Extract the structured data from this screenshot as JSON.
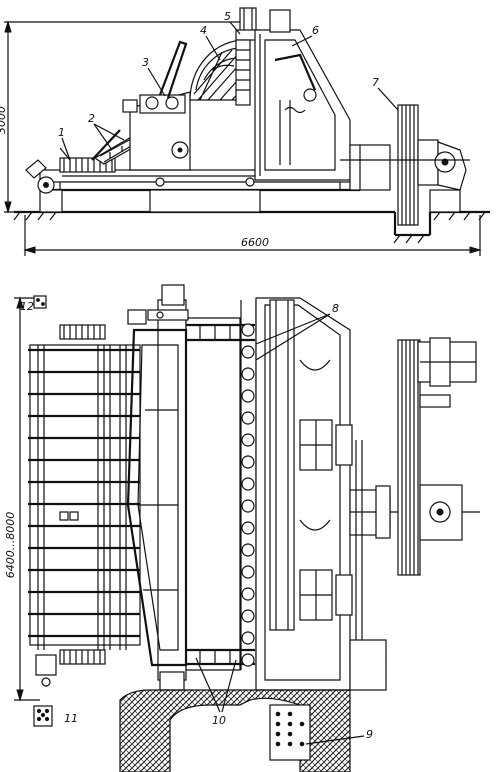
{
  "labels": {
    "l1": "1",
    "l2": "2",
    "l3": "3",
    "l4": "4",
    "l5": "5",
    "l6": "6",
    "l7": "7",
    "l8": "8",
    "l9": "9",
    "l10": "10",
    "l11": "11",
    "l12": "12"
  },
  "dimensions": {
    "height_side": "3000",
    "length_side": "6600",
    "width_plan": "6400...8000"
  },
  "colors": {
    "ink": "#111111",
    "paper": "#ffffff"
  }
}
